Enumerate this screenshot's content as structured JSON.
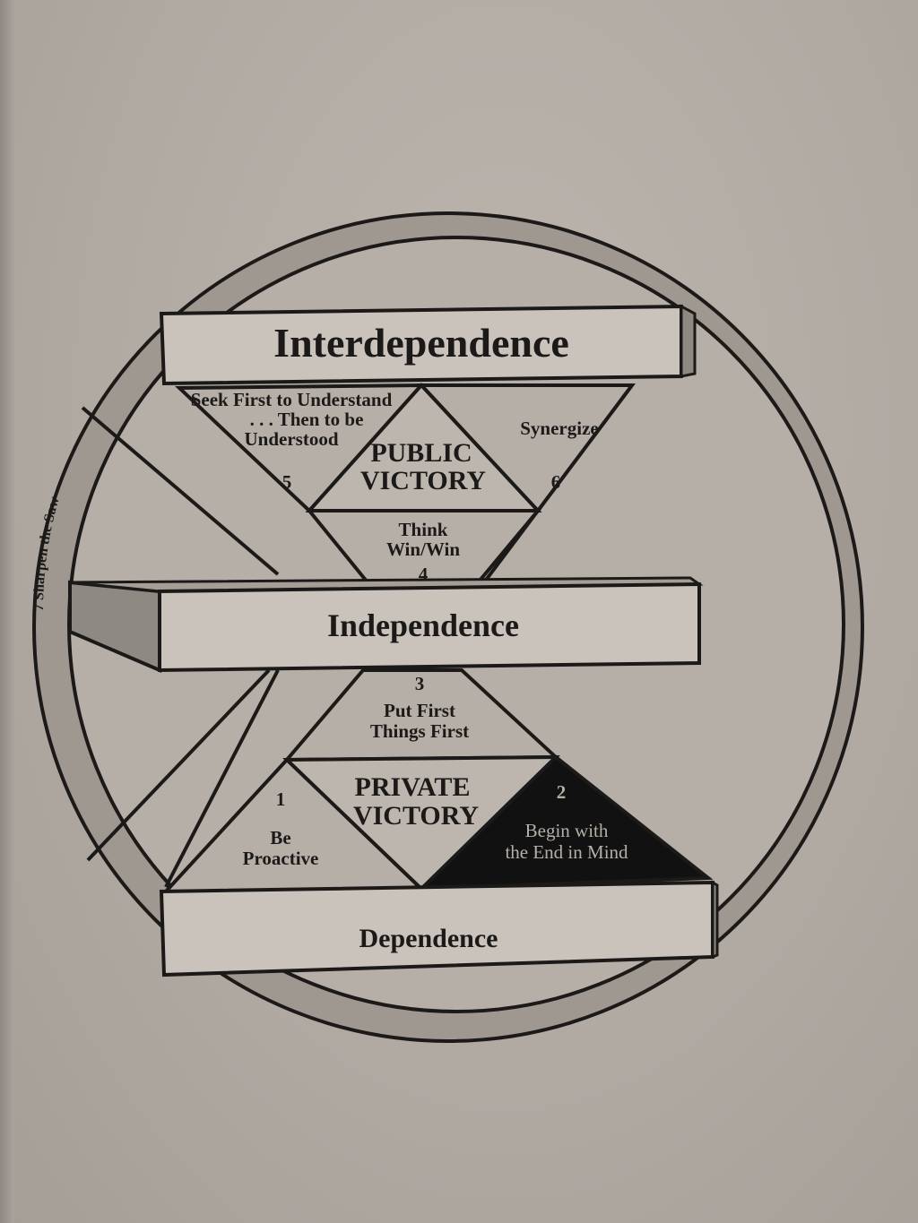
{
  "ring_label": "7 Sharpen the Saw",
  "levels": {
    "interdependence": "Interdependence",
    "independence": "Independence",
    "dependence": "Dependence"
  },
  "victories": {
    "public": [
      "PUBLIC",
      "VICTORY"
    ],
    "private": [
      "PRIVATE",
      "VICTORY"
    ]
  },
  "habits": [
    {
      "number": "1",
      "lines": [
        "Be",
        "Proactive"
      ]
    },
    {
      "number": "2",
      "lines": [
        "Begin with",
        "the End in Mind"
      ]
    },
    {
      "number": "3",
      "lines": [
        "Put First",
        "Things First"
      ]
    },
    {
      "number": "4",
      "lines": [
        "Think",
        "Win/Win"
      ]
    },
    {
      "number": "5",
      "lines": [
        "Seek First to Understand",
        ". . . Then to be",
        "Understood"
      ]
    },
    {
      "number": "6",
      "lines": [
        "Synergize"
      ]
    }
  ],
  "colors": {
    "paper": "#b3aca5",
    "ink": "#1c1a19",
    "ring_fill": "#9f9891",
    "dark_triangle": "#111111"
  }
}
